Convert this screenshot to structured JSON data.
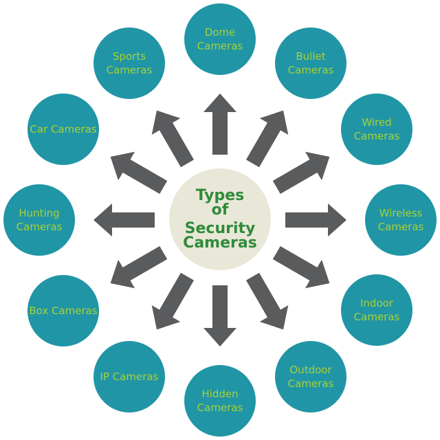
{
  "diagram": {
    "type": "radial-hub-spoke",
    "center": {
      "lines": [
        "Types",
        "of",
        "Security",
        "Cameras"
      ]
    },
    "nodes": [
      {
        "id": "dome",
        "label": "Dome Cameras",
        "angle": 0
      },
      {
        "id": "bullet",
        "label": "Bullet Cameras",
        "angle": 30
      },
      {
        "id": "wired",
        "label": "Wired Cameras",
        "angle": 60
      },
      {
        "id": "wireless",
        "label": "Wireless Cameras",
        "angle": 90
      },
      {
        "id": "indoor",
        "label": "Indoor Cameras",
        "angle": 120
      },
      {
        "id": "outdoor",
        "label": "Outdoor Cameras",
        "angle": 150
      },
      {
        "id": "hidden",
        "label": "Hidden Cameras",
        "angle": 180
      },
      {
        "id": "ip",
        "label": "IP Cameras",
        "angle": 210
      },
      {
        "id": "box",
        "label": "Box Cameras",
        "angle": 240
      },
      {
        "id": "hunting",
        "label": "Hunting Cameras",
        "angle": 270
      },
      {
        "id": "car",
        "label": "Car Cameras",
        "angle": 300
      },
      {
        "id": "sports",
        "label": "Sports Cameras",
        "angle": 330
      }
    ],
    "colors": {
      "background": "#ffffff",
      "node_fill": "#2095a5",
      "node_text": "#a8d137",
      "center_fill": "#e9e8d8",
      "center_text": "#2f8b3a",
      "arrow": "#5a5b5d"
    }
  }
}
